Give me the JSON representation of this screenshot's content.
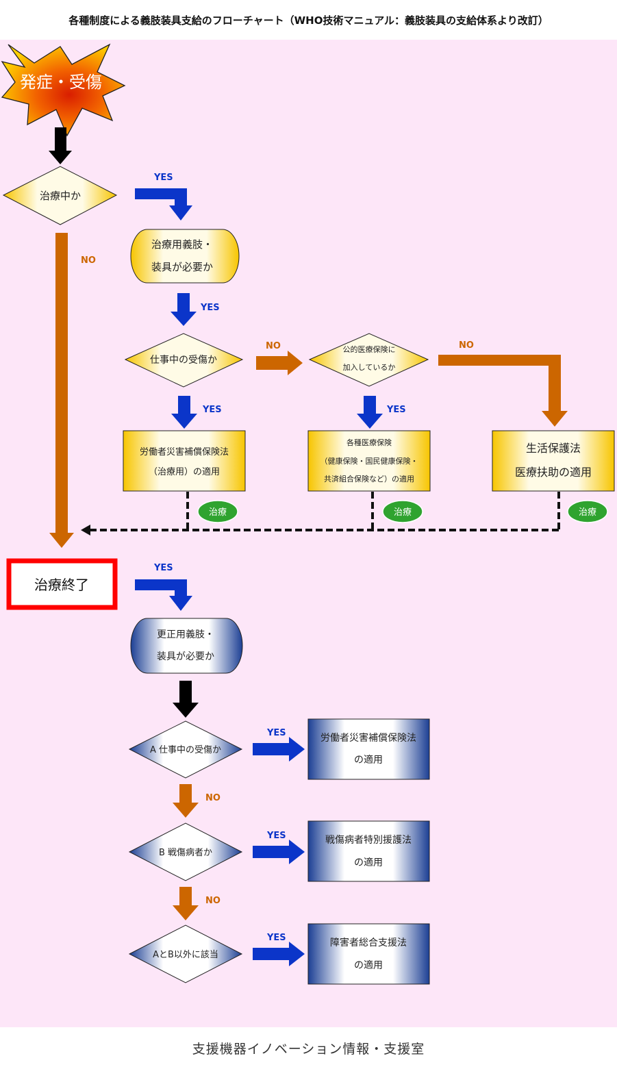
{
  "title": "各種制度による義肢装具支給のフローチャート（WHO技術マニュアル：義肢装具の支給体系より改訂）",
  "footer": "支援機器イノベーション情報・支援室",
  "start": "発症・受傷",
  "treatment_phase": {
    "q_in_treatment": "治療中か",
    "q_need_treatment_prosthesis": [
      "治療用義肢・",
      "装具が必要か"
    ],
    "q_work_injury": "仕事中の受傷か",
    "q_public_insurance": [
      "公的医療保険に",
      "加入しているか"
    ],
    "outcome_workers_comp": [
      "労働者災害補償保険法",
      "（治療用）の適用"
    ],
    "outcome_health_insurance": [
      "各種医療保険",
      "（健康保険・国民健康保険・",
      "共済組合保険など）の適用"
    ],
    "outcome_welfare": [
      "生活保護法",
      "医療扶助の適用"
    ],
    "treatment_badge": "治療"
  },
  "treatment_end": "治療終了",
  "rehab_phase": {
    "q_need_rehab_prosthesis": [
      "更正用義肢・",
      "装具が必要か"
    ],
    "q_a_work_injury": "A 仕事中の受傷か",
    "q_b_war_injury": "B 戦傷病者か",
    "q_other": "AとB以外に該当",
    "outcome_workers_comp": [
      "労働者災害補償保険法",
      "の適用"
    ],
    "outcome_war_injury": [
      "戦傷病者特別援護法",
      "の適用"
    ],
    "outcome_disability": [
      "障害者総合支援法",
      "の適用"
    ]
  },
  "labels": {
    "yes": "YES",
    "no": "NO"
  },
  "colors": {
    "background": "#fde6f8",
    "yes_arrow": "#0b35c9",
    "no_arrow": "#cc6600",
    "start_arrow": "#000000",
    "treatment_end_border": "#ff0000",
    "badge": "#2fa32f",
    "yellow_gradient_edge": "#f7c500",
    "blue_gradient_edge": "#1c3f94"
  }
}
